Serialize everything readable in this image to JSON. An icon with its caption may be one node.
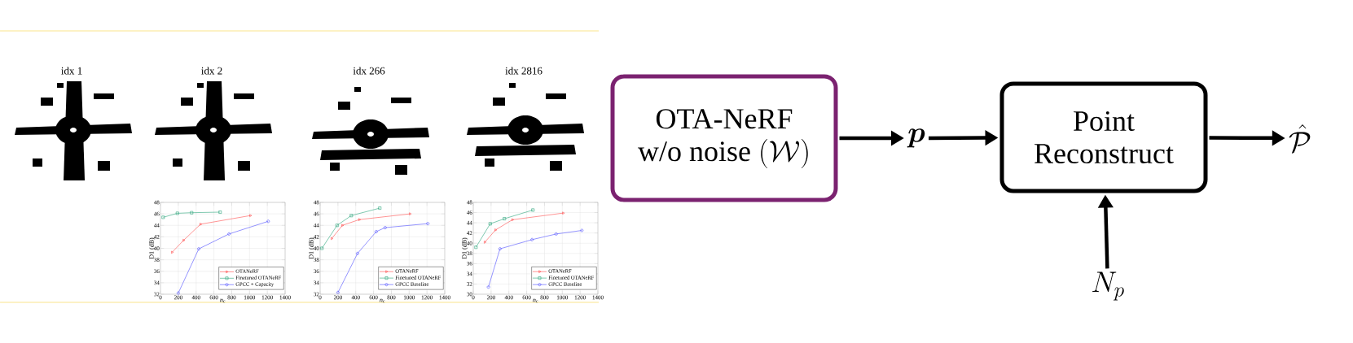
{
  "diagram": {
    "nodes": [
      {
        "text": [
          "\\begin{array}{c}\\text{OTA-NeRF}\\\\ \\text{w/o noise }(\\mathcal{W})\\end{array}"
        ]
      },
      {
        "text": [
          "\\boldsymbol{p}"
        ]
      },
      {
        "text": [
          "Point Reconstruct"
        ]
      },
      {
        "text": [
          "\\hat{\\mathcal{P}}"
        ]
      },
      {
        "text": [
          "N_p"
        ]
      }
    ],
    "edges": [
      {
        "from": 0,
        "to": 1,
        "arrow": "to"
      },
      {
        "from": 1,
        "to": 2,
        "arrow": "to"
      },
      {
        "from": 2,
        "to": 3,
        "arrow": "to"
      },
      {
        "from": 4,
        "to": 2,
        "arrow": "to"
      }
    ],
    "labels": [
      "idx 1",
      "idx 2",
      "idx 266",
      "idx 2816"
    ],
    "chart_data": [
      {
        "type": "line",
        "grid": true,
        "legend": true,
        "xlabel": "*n*$_{c}$",
        "ylabel": "D1 (dB)",
        "xlim": [
          0,
          1400
        ],
        "ylim": [
          32,
          48
        ],
        "xticks": [
          0,
          200,
          400,
          600,
          800,
          1000,
          1200,
          1400
        ],
        "yticks": [
          32,
          34,
          36,
          38,
          40,
          42,
          44,
          46,
          48
        ],
        "series": [
          {
            "name": "OTANeRF",
            "color": "#ff4d4d",
            "marker": "triangle-right",
            "x": [
              130,
              260,
              450,
              1010
            ],
            "values": [
              39.3,
              41.4,
              44.2,
              45.7
            ]
          },
          {
            "name": "Finetuned OTANeRF",
            "color": "#2aa57a",
            "marker": "square",
            "x": [
              30,
              190,
              350,
              670
            ],
            "values": [
              45.4,
              46.1,
              46.2,
              46.3
            ]
          },
          {
            "name": "GPCC + Capacity",
            "color": "#4d4dff",
            "marker": "circle",
            "x": [
              200,
              430,
              770,
              1210
            ],
            "values": [
              32.2,
              39.9,
              42.5,
              44.7
            ]
          }
        ]
      },
      {
        "type": "line",
        "grid": true,
        "legend": true,
        "xlabel": "*n*$_{c}$",
        "ylabel": "D1 (dB)",
        "xlim": [
          0,
          1400
        ],
        "ylim": [
          32,
          48
        ],
        "xticks": [
          0,
          200,
          400,
          600,
          800,
          1000,
          1200,
          1400
        ],
        "yticks": [
          32,
          34,
          36,
          38,
          40,
          42,
          44,
          46,
          48
        ],
        "series": [
          {
            "name": "OTANeRF",
            "color": "#ff4d4d",
            "marker": "triangle-right",
            "x": [
              130,
              250,
              440,
              1010
            ],
            "values": [
              41.7,
              44.0,
              45.0,
              46.0
            ]
          },
          {
            "name": "Finetuned OTANeRF",
            "color": "#2aa57a",
            "marker": "square",
            "x": [
              20,
              190,
              350,
              670
            ],
            "values": [
              40.0,
              44.0,
              45.7,
              47.0
            ]
          },
          {
            "name": "GPCC Baseline",
            "color": "#4d4dff",
            "marker": "circle",
            "x": [
              200,
              420,
              630,
              730,
              1210
            ],
            "values": [
              32.3,
              39.1,
              42.9,
              43.6,
              44.3
            ]
          }
        ]
      },
      {
        "type": "line",
        "grid": true,
        "legend": true,
        "xlabel": "*n*$_{c}$",
        "ylabel": "D1 (dB)",
        "xlim": [
          0,
          1400
        ],
        "ylim": [
          30,
          48
        ],
        "xticks": [
          0,
          200,
          400,
          600,
          800,
          1000,
          1200,
          1400
        ],
        "yticks": [
          30,
          32,
          34,
          36,
          38,
          40,
          42,
          44,
          46,
          48
        ],
        "series": [
          {
            "name": "OTANeRF",
            "color": "#ff4d4d",
            "marker": "triangle-right",
            "x": [
              130,
              250,
              440,
              1010
            ],
            "values": [
              40.2,
              42.6,
              44.6,
              45.9
            ]
          },
          {
            "name": "Finetuned OTANeRF",
            "color": "#2aa57a",
            "marker": "square",
            "x": [
              30,
              190,
              350,
              670
            ],
            "values": [
              39.2,
              43.8,
              44.8,
              46.5
            ]
          },
          {
            "name": "GPCC Baseline",
            "color": "#4d4dff",
            "marker": "circle",
            "x": [
              170,
              300,
              660,
              930,
              1220
            ],
            "values": [
              31.4,
              38.9,
              40.7,
              41.8,
              42.5
            ]
          }
        ]
      }
    ]
  }
}
